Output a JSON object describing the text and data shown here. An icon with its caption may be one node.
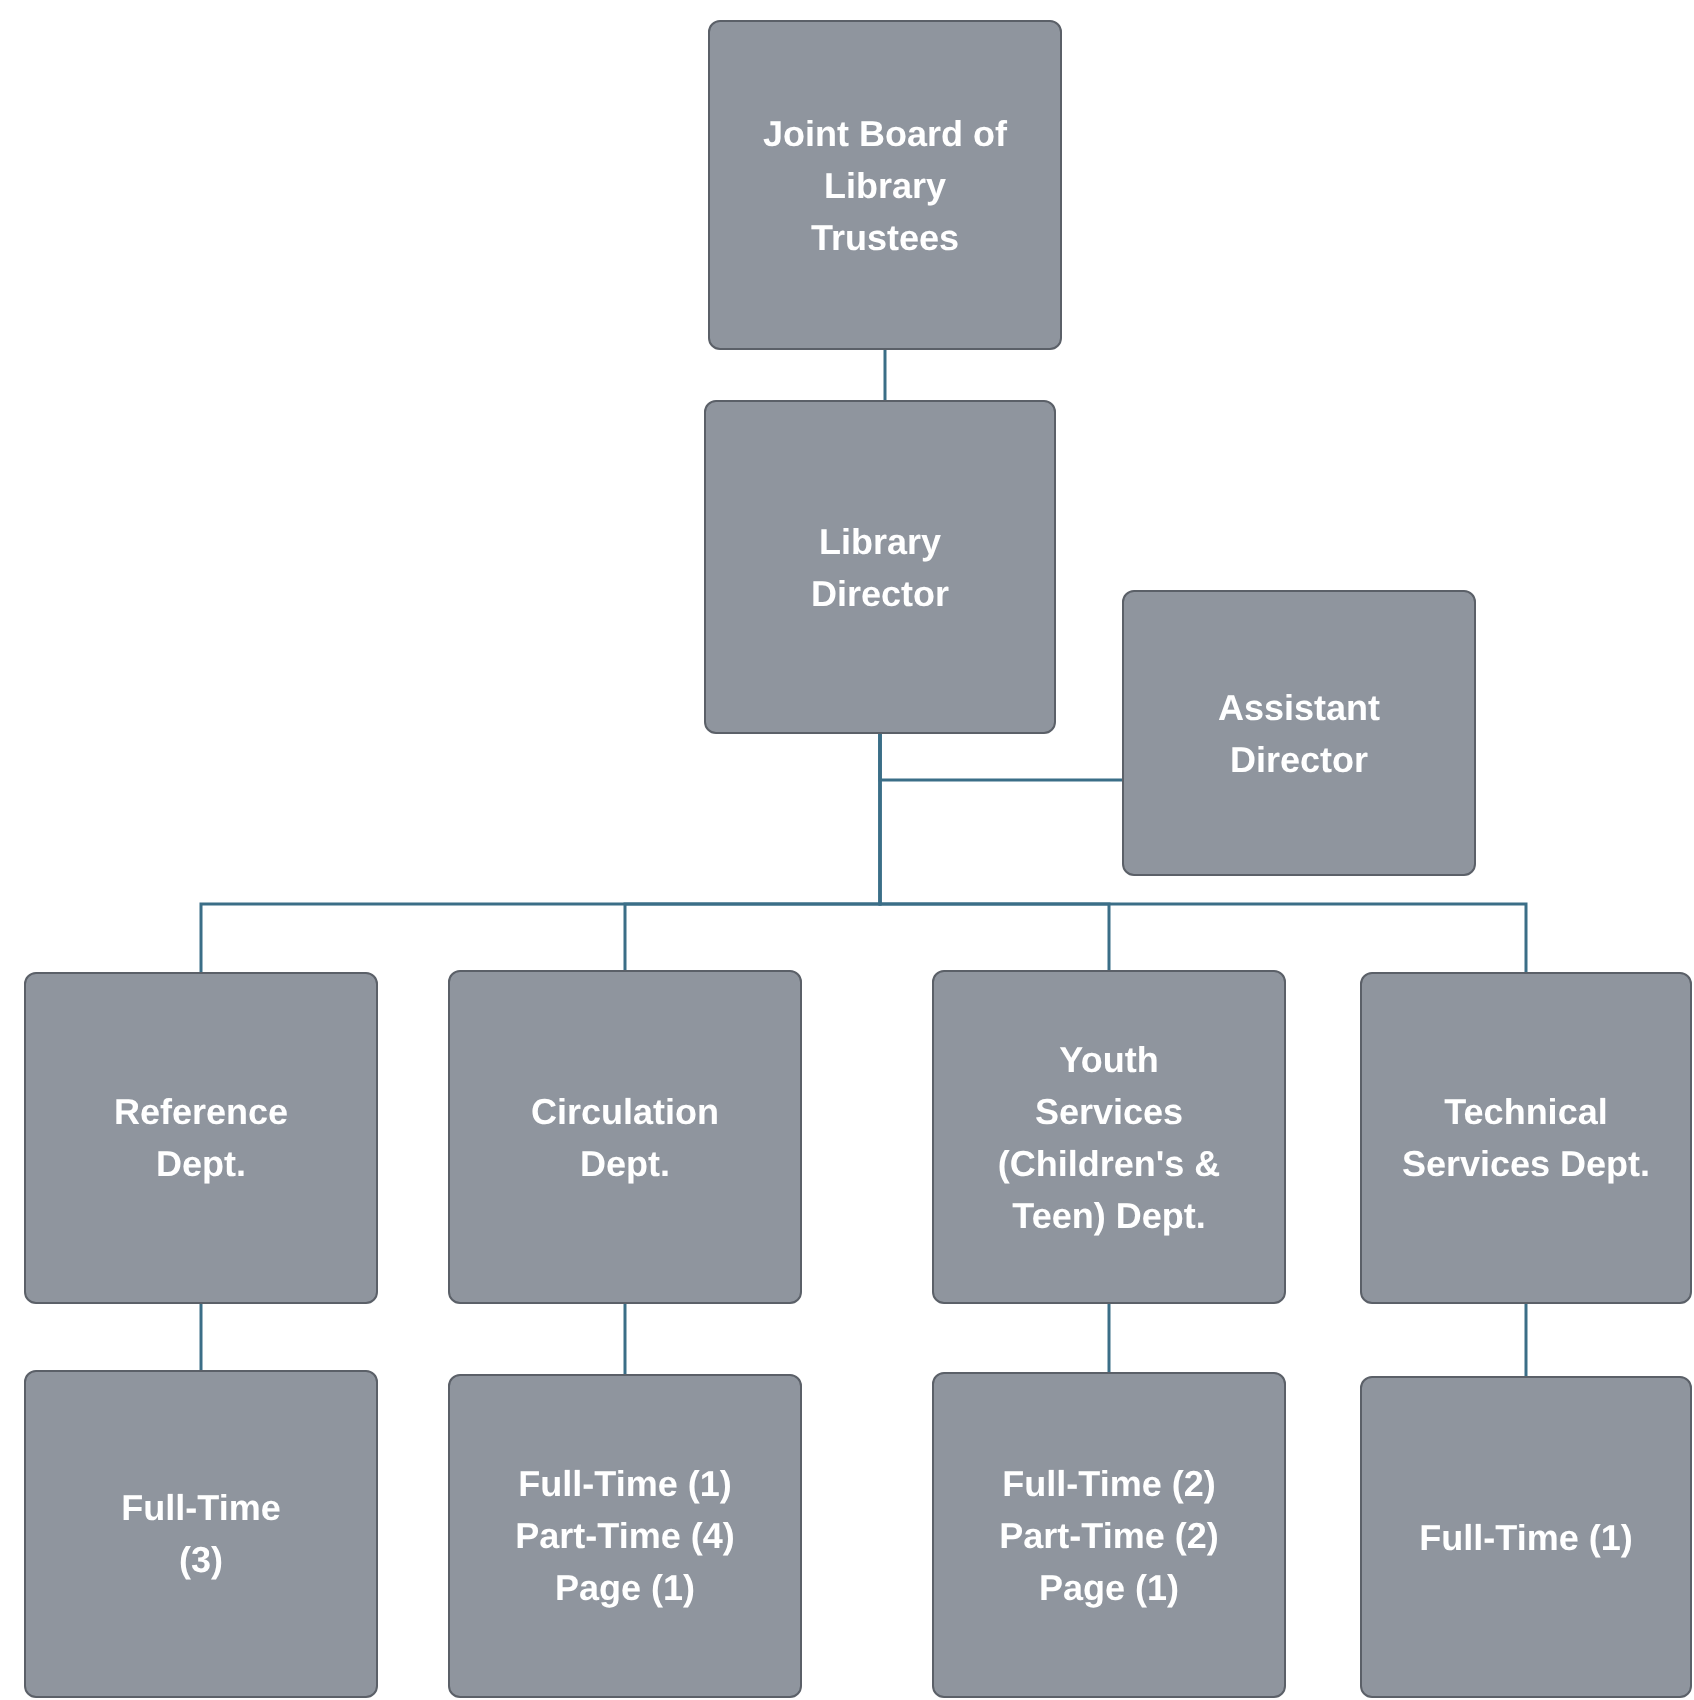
{
  "diagram": {
    "nodes": [
      {
        "text": [
          "Joint Board of Library Trustees"
        ]
      },
      {
        "text": [
          "Library Director"
        ]
      },
      {
        "text": [
          "Assistant Director"
        ]
      },
      {
        "text": [
          "Reference Dept."
        ]
      },
      {
        "text": [
          "Circulation Dept."
        ]
      },
      {
        "text": [
          "Youth Services (Children's & Teen) Dept."
        ]
      },
      {
        "text": [
          "Technical Services Dept."
        ]
      },
      {
        "text": [
          "Full-Time (3)"
        ]
      },
      {
        "text": [
          "Full-Time (1) Part-Time (4) Page (1)"
        ]
      },
      {
        "text": [
          "Full-Time (2) Part-Time (2) Page (1)"
        ]
      },
      {
        "text": [
          "Full-Time (1)"
        ]
      }
    ],
    "edges": [
      {
        "from": 0,
        "to": 1,
        "arrow": "none"
      },
      {
        "from": 1,
        "to": 2,
        "arrow": "none"
      },
      {
        "from": 1,
        "to": 3,
        "arrow": "none"
      },
      {
        "from": 1,
        "to": 4,
        "arrow": "none"
      },
      {
        "from": 1,
        "to": 5,
        "arrow": "none"
      },
      {
        "from": 1,
        "to": 6,
        "arrow": "none"
      },
      {
        "from": 3,
        "to": 7,
        "arrow": "none"
      },
      {
        "from": 4,
        "to": 8,
        "arrow": "none"
      },
      {
        "from": 5,
        "to": 9,
        "arrow": "none"
      },
      {
        "from": 6,
        "to": 10,
        "arrow": "none"
      }
    ]
  }
}
